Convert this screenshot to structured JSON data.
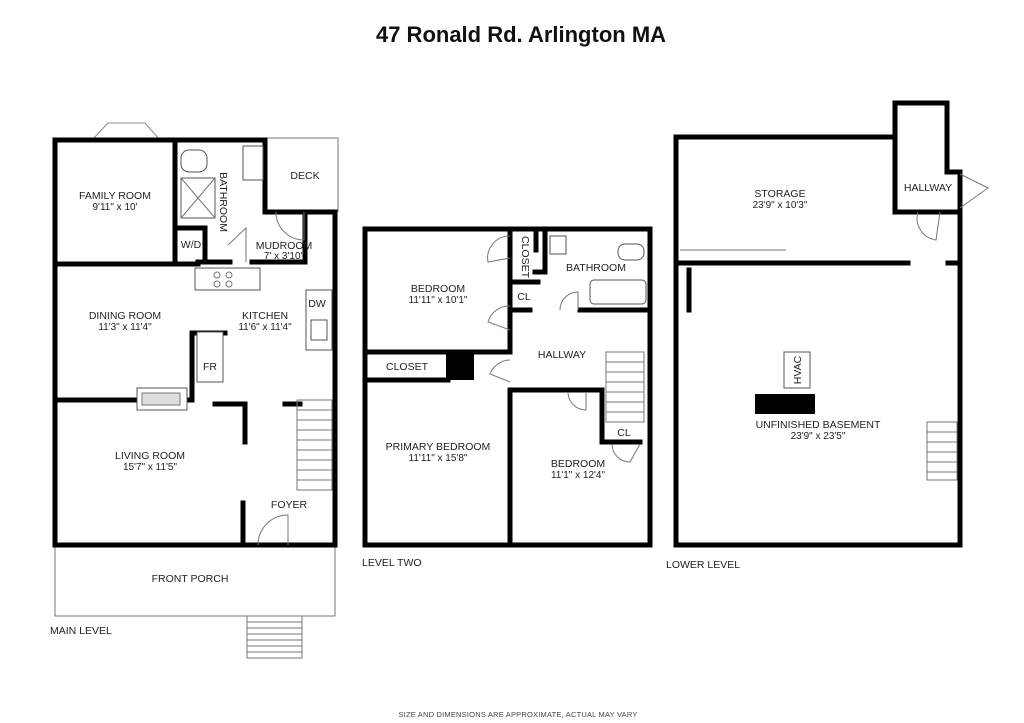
{
  "title": "47 Ronald Rd. Arlington MA",
  "footer": "SIZE AND DIMENSIONS ARE APPROXIMATE, ACTUAL MAY VARY",
  "levels": {
    "main": {
      "label": "MAIN LEVEL",
      "rooms": {
        "family_room": {
          "name": "FAMILY ROOM",
          "dims": "9'11\" x 10'"
        },
        "bathroom": {
          "name": "BATHROOM"
        },
        "deck": {
          "name": "DECK"
        },
        "wd": {
          "name": "W/D"
        },
        "mudroom": {
          "name": "MUDROOM",
          "dims": "7' x 3'10\""
        },
        "dining_room": {
          "name": "DINING ROOM",
          "dims": "11'3\" x 11'4\""
        },
        "kitchen": {
          "name": "KITCHEN",
          "dims": "11'6\" x 11'4\""
        },
        "dw": {
          "name": "DW"
        },
        "fr": {
          "name": "FR"
        },
        "living_room": {
          "name": "LIVING ROOM",
          "dims": "15'7\" x 11'5\""
        },
        "foyer": {
          "name": "FOYER"
        },
        "front_porch": {
          "name": "FRONT PORCH"
        }
      }
    },
    "two": {
      "label": "LEVEL TWO",
      "rooms": {
        "bedroom1": {
          "name": "BEDROOM",
          "dims": "11'11\" x 10'1\""
        },
        "closet_v": {
          "name": "CLOSET"
        },
        "bathroom": {
          "name": "BATHROOM"
        },
        "cl1": {
          "name": "CL"
        },
        "hallway": {
          "name": "HALLWAY"
        },
        "closet_h": {
          "name": "CLOSET"
        },
        "primary_bedroom": {
          "name": "PRIMARY BEDROOM",
          "dims": "11'11\" x 15'8\""
        },
        "cl2": {
          "name": "CL"
        },
        "bedroom2": {
          "name": "BEDROOM",
          "dims": "11'1\" x 12'4\""
        }
      }
    },
    "lower": {
      "label": "LOWER LEVEL",
      "rooms": {
        "storage": {
          "name": "STORAGE",
          "dims": "23'9\" x 10'3\""
        },
        "hallway": {
          "name": "HALLWAY"
        },
        "hvac": {
          "name": "HVAC"
        },
        "basement": {
          "name": "UNFINISHED BASEMENT",
          "dims": "23'9\" x 23'5\""
        }
      }
    }
  }
}
